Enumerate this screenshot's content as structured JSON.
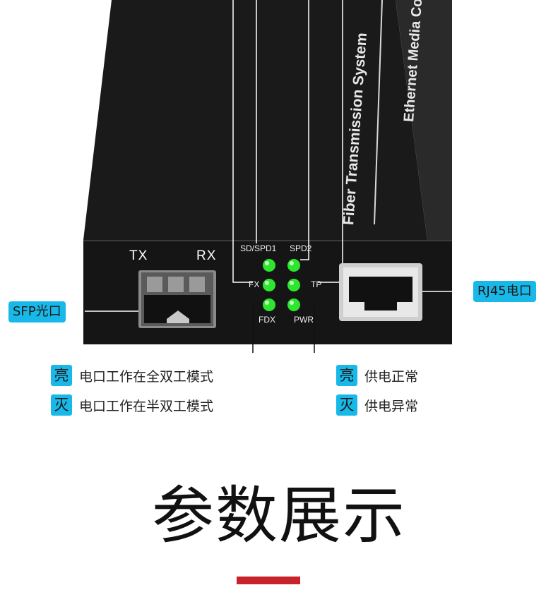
{
  "device": {
    "side_text_1": "Fiber Transmission System",
    "side_text_2": "Ethernet Media Conve"
  },
  "panel": {
    "port_tx": "TX",
    "port_rx": "RX",
    "led_labels": {
      "sd_spd1": "SD/SPD1",
      "spd2": "SPD2",
      "fx": "FX",
      "tp": "TP",
      "fdx": "FDX",
      "pwr": "PWR"
    }
  },
  "callouts": {
    "sfp": "SFP光口",
    "rj45": "RJ45电口"
  },
  "legend_left": [
    {
      "badge": "亮",
      "text": "电口工作在全双工模式"
    },
    {
      "badge": "灭",
      "text": "电口工作在半双工模式"
    }
  ],
  "legend_right": [
    {
      "badge": "亮",
      "text": "供电正常"
    },
    {
      "badge": "灭",
      "text": "供电异常"
    }
  ],
  "section_title": "参数展示",
  "colors": {
    "device_body": "#1c1c1c",
    "callout_bg": "#18b9e8",
    "led_green": "#2ee62e",
    "accent_red": "#c8222a"
  }
}
